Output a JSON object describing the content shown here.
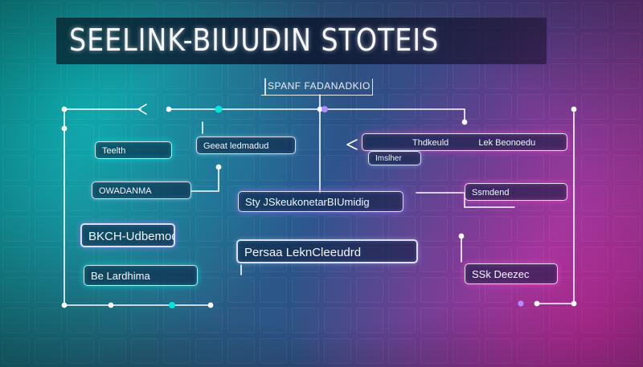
{
  "title": "SEELINK-BIUUDIN STOTEIS",
  "header_label": "SPANF FADANADKIO",
  "nodes": {
    "teal_top": "Teelth",
    "center_left_small": "Geeat ledmadud",
    "left_mid": "OWADANMA",
    "left_big": "BKCH-Udbemod",
    "left_bottom": "Be Lardhima",
    "center_main": "Sty JSkeukonetarBIUmidig",
    "center_bottom": "Persaa LeknCleeudrd",
    "right_top_a": "Thdkeuld",
    "right_top_b": "Lek Beonoedu",
    "right_top_sub": "Imslher",
    "right_mid": "Ssmdend",
    "right_bottom": "SSk Deezec"
  },
  "colors": {
    "accent_teal": "#00e6dc",
    "accent_pink": "#f050c8",
    "accent_violet": "#aa78ff",
    "wire": "#ffffff"
  }
}
